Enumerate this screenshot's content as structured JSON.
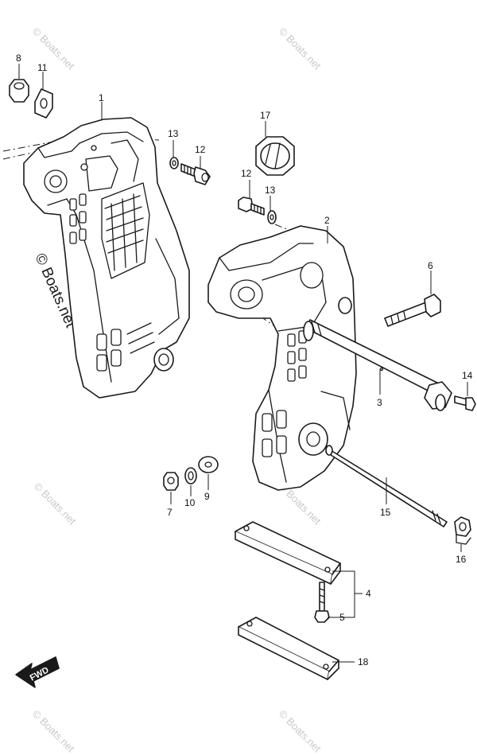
{
  "watermarks": {
    "text": "© Boats.net",
    "prominent": "© Boats.net"
  },
  "fwd_label": "FWD",
  "callouts": [
    {
      "id": "label-8",
      "text": "8"
    },
    {
      "id": "label-11",
      "text": "11"
    },
    {
      "id": "label-1",
      "text": "1"
    },
    {
      "id": "label-13a",
      "text": "13"
    },
    {
      "id": "label-12a",
      "text": "12"
    },
    {
      "id": "label-17",
      "text": "17"
    },
    {
      "id": "label-12b",
      "text": "12"
    },
    {
      "id": "label-13b",
      "text": "13"
    },
    {
      "id": "label-2",
      "text": "2"
    },
    {
      "id": "label-6",
      "text": "6"
    },
    {
      "id": "label-14",
      "text": "14"
    },
    {
      "id": "label-3",
      "text": "3"
    },
    {
      "id": "label-7",
      "text": "7"
    },
    {
      "id": "label-10",
      "text": "10"
    },
    {
      "id": "label-9",
      "text": "9"
    },
    {
      "id": "label-15",
      "text": "15"
    },
    {
      "id": "label-16",
      "text": "16"
    },
    {
      "id": "label-4",
      "text": "4"
    },
    {
      "id": "label-5",
      "text": "5"
    },
    {
      "id": "label-18",
      "text": "18"
    }
  ],
  "colors": {
    "line": "#1a1a1a",
    "watermark": "#c9c9c9",
    "background": "#ffffff"
  }
}
